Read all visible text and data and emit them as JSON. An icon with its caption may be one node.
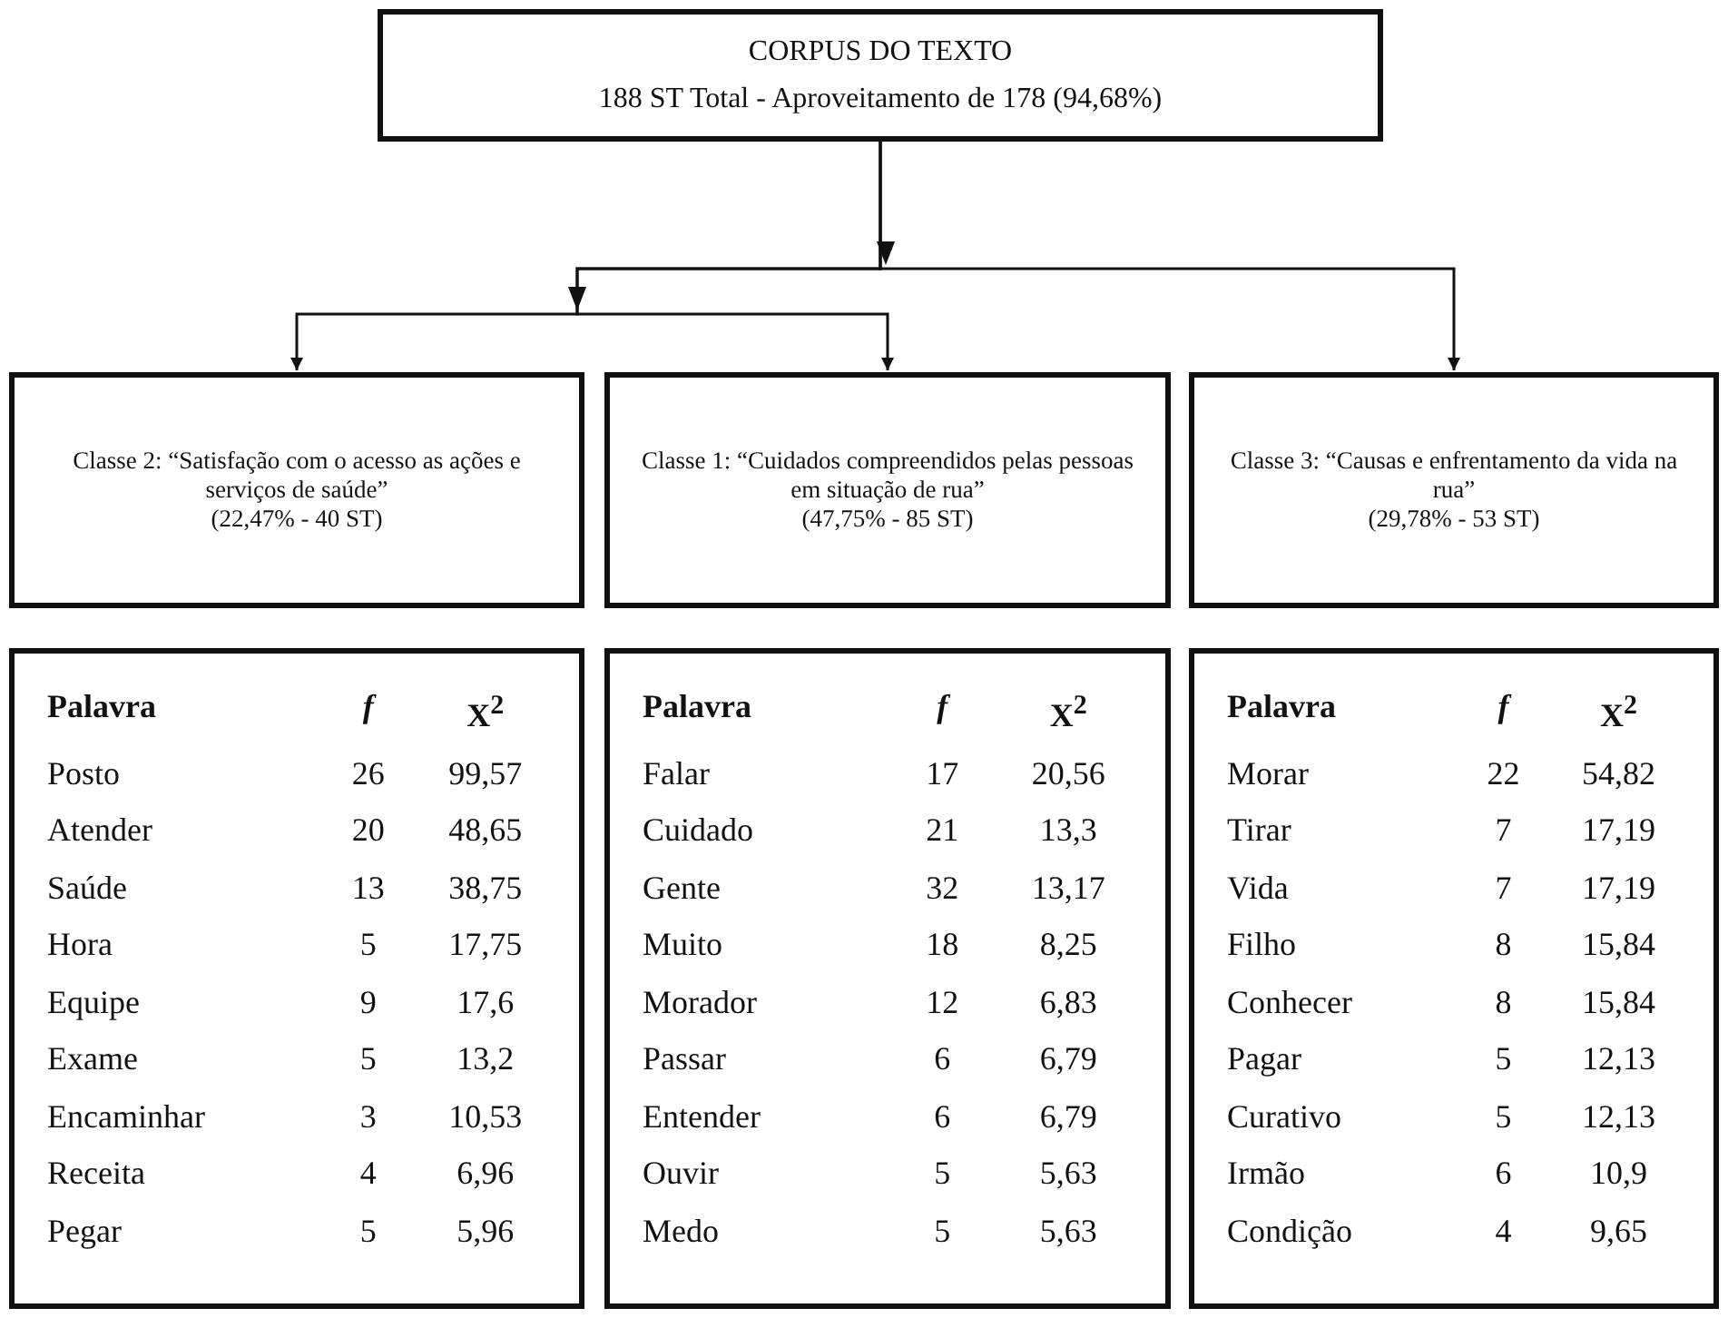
{
  "diagram": {
    "nodes": [
      {
        "text": [
          "CORPUS DO TEXTO",
          "188 ST Total - Aproveitamento de 178 (94,68%)"
        ]
      },
      {
        "text": [
          "Classe 2: “Satisfação com o acesso as ações e serviços de saúde”",
          "(22,47% - 40 ST)"
        ]
      },
      {
        "text": [
          "Classe 1: “Cuidados compreendidos pelas pessoas em situação de rua”",
          "(47,75% - 85 ST)"
        ]
      },
      {
        "text": [
          "Classe 3: “Causas e enfrentamento da vida na rua”",
          "(29,78% - 53 ST)"
        ]
      },
      {
        "text": [
          "Palavra",
          "f",
          "X$^{2}$",
          "Posto",
          "26",
          "99,57",
          "Atender",
          "20",
          "48,65",
          "Saúde",
          "13",
          "38,75",
          "Hora",
          "5",
          "17,75",
          "Equipe",
          "9",
          "17,6",
          "Exame",
          "5",
          "13,2",
          "Encaminhar",
          "3",
          "10,53",
          "Receita",
          "4",
          "6,96",
          "Pegar",
          "5",
          "5,96"
        ]
      },
      {
        "text": [
          "Palavra",
          "f",
          "X$^{2}$",
          "Falar",
          "17",
          "20,56",
          "Cuidado",
          "21",
          "13,3",
          "Gente",
          "32",
          "13,17",
          "Muito",
          "18",
          "8,25",
          "Morador",
          "12",
          "6,83",
          "Passar",
          "6",
          "6,79",
          "Entender",
          "6",
          "6,79",
          "Ouvir",
          "5",
          "5,63",
          "Medo",
          "5",
          "5,63"
        ]
      },
      {
        "text": [
          "Palavra",
          "f",
          "X$^{2}$",
          "Morar",
          "22",
          "54,82",
          "Tirar",
          "7",
          "17,19",
          "Vida",
          "7",
          "17,19",
          "Filho",
          "8",
          "15,84",
          "Conhecer",
          "8",
          "15,84",
          "Pagar",
          "5",
          "12,13",
          "Curativo",
          "5",
          "12,13",
          "Irmão",
          "6",
          "10,9",
          "Condição",
          "4",
          "9,65"
        ]
      }
    ],
    "edges": [
      {
        "from": 0,
        "to": 1,
        "arrow": "to"
      },
      {
        "from": 0,
        "to": 2,
        "arrow": "to"
      },
      {
        "from": 0,
        "to": 3,
        "arrow": "to"
      }
    ]
  }
}
